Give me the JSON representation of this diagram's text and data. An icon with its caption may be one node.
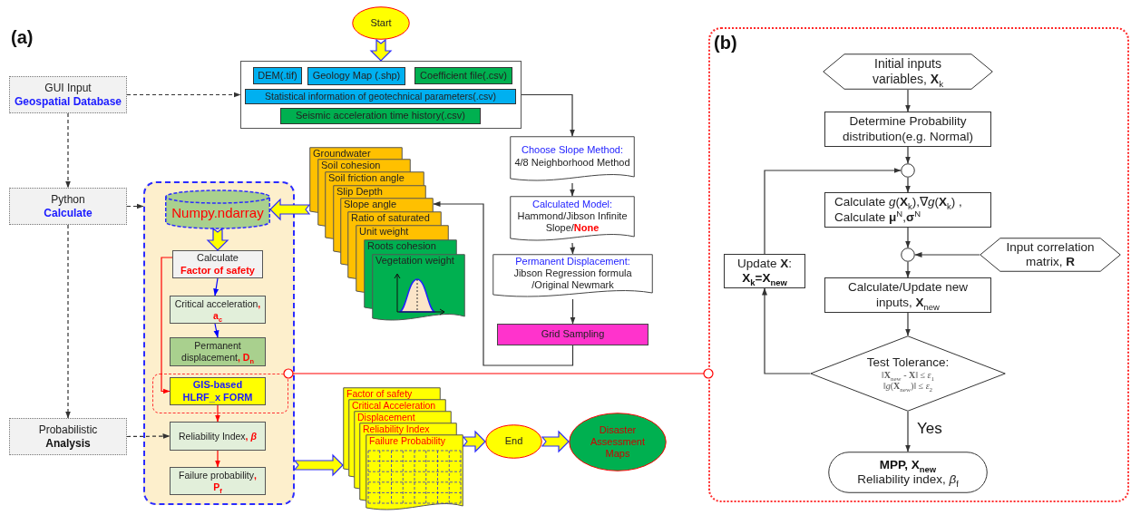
{
  "diagram": {
    "nodes": [
      {
        "text": [
          "Start"
        ]
      },
      {
        "text": [],
        "shape": "box"
      },
      {
        "text": [
          "DEM(.tif)"
        ],
        "in": 1
      },
      {
        "text": [
          "Geology Map (.shp)"
        ],
        "in": 1
      },
      {
        "text": [
          "Coefficient file(.csv)"
        ],
        "in": 1
      },
      {
        "text": [
          "Statistical information of geotechnical parameters(.csv)"
        ],
        "in": 1
      },
      {
        "text": [
          "Seismic acceleration time history(.csv)"
        ],
        "in": 1
      },
      {
        "text": [
          "GUI Input",
          "Geospatial Database"
        ]
      },
      {
        "text": [
          "Python",
          "Calculate"
        ]
      },
      {
        "text": [
          "Probabilistic",
          "Analysis"
        ]
      },
      {
        "text": [
          "Choose Slope Method:",
          "4/8 Neighborhood Method"
        ]
      },
      {
        "text": [
          "Calculated Model:",
          "Hammond/Jibson Infinite Slope/**None**"
        ]
      },
      {
        "text": [
          "Permanent Displacement:",
          "Jibson Regression formula /Original Newmark"
        ]
      },
      {
        "text": [
          "Grid Sampling"
        ]
      },
      {
        "text": [
          "Groundwater",
          "Soil cohesion",
          "Soil friction angle",
          "Slip Depth",
          "Slope angle",
          "Ratio of saturated",
          "Unit weight",
          "Roots cohesion",
          "Vegetation weight"
        ]
      },
      {
        "text": [],
        "shape": "box"
      },
      {
        "text": [
          "Numpy.ndarray"
        ],
        "in": 15
      },
      {
        "text": [
          "Calculate",
          "Factor of safety"
        ],
        "in": 15
      },
      {
        "text": [
          "Critical acceleration**, a**$_{c}$"
        ],
        "in": 15
      },
      {
        "text": [
          "Permanent displacement**, D**$_{n}$"
        ],
        "in": 15
      },
      {
        "text": [],
        "shape": "box",
        "in": 15
      },
      {
        "text": [
          "GIS-based HLRF_x FORM"
        ],
        "in": 20
      },
      {
        "text": [
          "Reliability Index**,** *β*"
        ],
        "in": 15
      },
      {
        "text": [
          "Failure probability**, P**$_{f}$"
        ],
        "in": 15
      },
      {
        "text": [
          "Factor of safety",
          "Critical Acceleration",
          "Displacement",
          "Reliability Index",
          "Failure Probability"
        ]
      },
      {
        "text": [
          "End"
        ]
      },
      {
        "text": [
          "Disaster Assessment Maps"
        ]
      },
      {
        "text": [
          "(b)"
        ]
      },
      {
        "text": [
          "Initial inputs variables, **X**$_{k}$"
        ],
        "in": 27
      },
      {
        "text": [
          "Determine Probability distribution(e.g. Normal)"
        ],
        "in": 27
      },
      {
        "text": [],
        "shape": "circle",
        "in": 27
      },
      {
        "text": [
          "Calculate *g*(**X**$_{k}$),∇*g*(**X**$_{k}$) ,",
          "Calculate **μ**$^{N}$,**σ**$^{N}$"
        ],
        "in": 27
      },
      {
        "text": [],
        "shape": "circle",
        "in": 27
      },
      {
        "text": [
          "Input correlation matrix, **R**"
        ],
        "in": 27
      },
      {
        "text": [
          "Calculate/Update new inputs, **X**$_{new}$"
        ],
        "in": 27
      },
      {
        "text": [
          "Test Tolerance:",
          "‖**X**$_{new}$ - **X**‖ ≤ *ε*$_{1}$",
          "‖*g*(**X**$_{new}$)‖ ≤ *ε*$_{2}$"
        ],
        "in": 27
      },
      {
        "text": [
          "Update **X**:",
          "X$_{k}$=X$_{new}$"
        ],
        "in": 27
      },
      {
        "text": [
          "MPP, X$_{new}$",
          "Reliability index, *β*$_{f}$"
        ],
        "in": 27
      }
    ],
    "edges": [
      {
        "from": 0,
        "to": 1,
        "arrow": "to",
        "style": "thick",
        "color": "#ffff00"
      },
      {
        "from": 7,
        "to": 1,
        "arrow": "to",
        "style": "dashed"
      },
      {
        "from": 7,
        "to": 8,
        "arrow": "to",
        "style": "dashed"
      },
      {
        "from": 8,
        "to": 15,
        "arrow": "to",
        "style": "dashed"
      },
      {
        "from": 8,
        "to": 9,
        "arrow": "to",
        "style": "dashed"
      },
      {
        "from": 9,
        "to": 22,
        "arrow": "to",
        "style": "dashed"
      },
      {
        "from": 1,
        "to": 10,
        "arrow": "to"
      },
      {
        "from": 10,
        "to": 11,
        "arrow": "to"
      },
      {
        "from": 11,
        "to": 12,
        "arrow": "to"
      },
      {
        "from": 12,
        "to": 13,
        "arrow": "to"
      },
      {
        "from": 13,
        "to": 14,
        "arrow": "to"
      },
      {
        "from": 14,
        "to": 16,
        "arrow": "to",
        "style": "thick",
        "color": "#ffff00"
      },
      {
        "from": 16,
        "to": 17,
        "arrow": "to",
        "style": "thick",
        "color": "#ffff00"
      },
      {
        "from": 17,
        "to": 18,
        "arrow": "to",
        "color": "#0000ff"
      },
      {
        "from": 18,
        "to": 19,
        "arrow": "to",
        "color": "#0000ff"
      },
      {
        "from": 17,
        "to": 21,
        "arrow": "to",
        "color": "#ff0000"
      },
      {
        "from": 21,
        "to": 22,
        "arrow": "to",
        "color": "#ff0000"
      },
      {
        "from": 22,
        "to": 23,
        "arrow": "to",
        "color": "#ff0000"
      },
      {
        "from": 15,
        "to": 24,
        "arrow": "to",
        "style": "thick",
        "color": "#ffff00"
      },
      {
        "from": 24,
        "to": 25,
        "arrow": "to",
        "style": "thick",
        "color": "#ffff00"
      },
      {
        "from": 25,
        "to": 26,
        "arrow": "to",
        "style": "thick",
        "color": "#ffff00"
      },
      {
        "from": 20,
        "to": 27,
        "arrow": "other",
        "color": "#ff0000"
      },
      {
        "from": 28,
        "to": 29,
        "arrow": "to"
      },
      {
        "from": 29,
        "to": 30,
        "arrow": "to"
      },
      {
        "from": 30,
        "to": 31,
        "arrow": "to"
      },
      {
        "from": 31,
        "to": 32,
        "arrow": "to"
      },
      {
        "from": 33,
        "to": 32,
        "arrow": "to"
      },
      {
        "from": 32,
        "to": 34,
        "arrow": "to"
      },
      {
        "from": 34,
        "to": 35,
        "arrow": "to"
      },
      {
        "from": 35,
        "to": 37,
        "arrow": "to",
        "label": "Yes"
      },
      {
        "from": 35,
        "to": 36,
        "arrow": "to"
      },
      {
        "from": 36,
        "to": 30,
        "arrow": "to"
      }
    ],
    "labels": [
      "(a)"
    ]
  }
}
